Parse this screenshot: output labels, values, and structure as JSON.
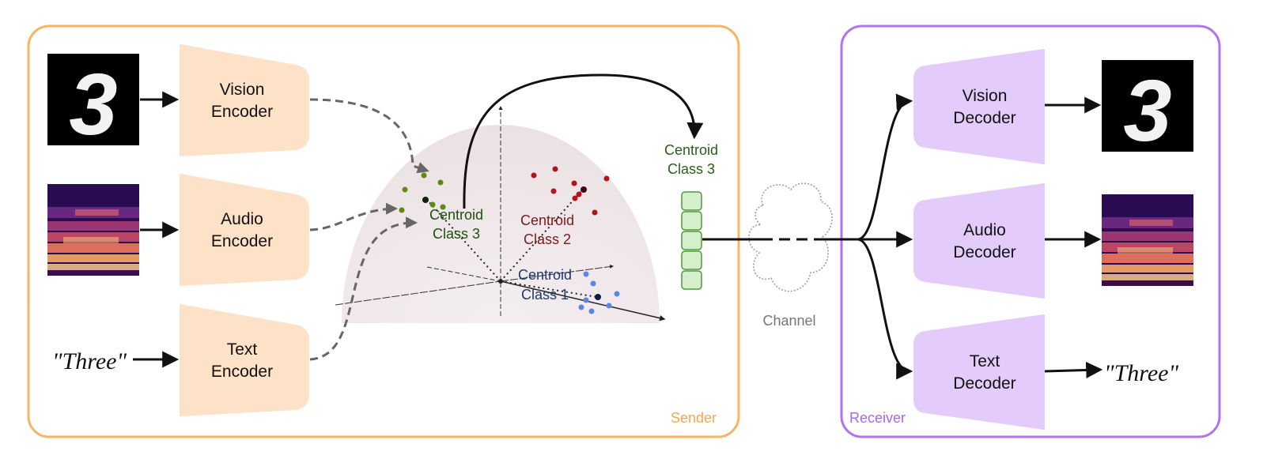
{
  "sender": {
    "label": "Sender",
    "encoders": [
      {
        "line1": "Vision",
        "line2": "Encoder"
      },
      {
        "line1": "Audio",
        "line2": "Encoder"
      },
      {
        "line1": "Text",
        "line2": "Encoder"
      }
    ],
    "input_text": "\"Three\"",
    "digit": "3"
  },
  "latent_space": {
    "centroids": [
      {
        "line1": "Centroid",
        "line2": "Class 3",
        "color": "#1f4f12"
      },
      {
        "line1": "Centroid",
        "line2": "Class 2",
        "color": "#7a1a1a"
      },
      {
        "line1": "Centroid",
        "line2": "Class 1",
        "color": "#1f3a6e"
      }
    ]
  },
  "transmitted": {
    "line1": "Centroid",
    "line2": "Class 3",
    "color": "#2b5e1a"
  },
  "channel": {
    "label": "Channel"
  },
  "receiver": {
    "label": "Receiver",
    "decoders": [
      {
        "line1": "Vision",
        "line2": "Decoder"
      },
      {
        "line1": "Audio",
        "line2": "Decoder"
      },
      {
        "line1": "Text",
        "line2": "Decoder"
      }
    ],
    "output_text": "\"Three\"",
    "digit": "3"
  },
  "colors": {
    "sender_border": "#f7b461",
    "receiver_border": "#b073f0",
    "encoder_fill": "#fde2c8",
    "decoder_fill": "#e3cbfb",
    "vector_fill": "#d5efcc",
    "vector_stroke": "#4f9a3a"
  }
}
